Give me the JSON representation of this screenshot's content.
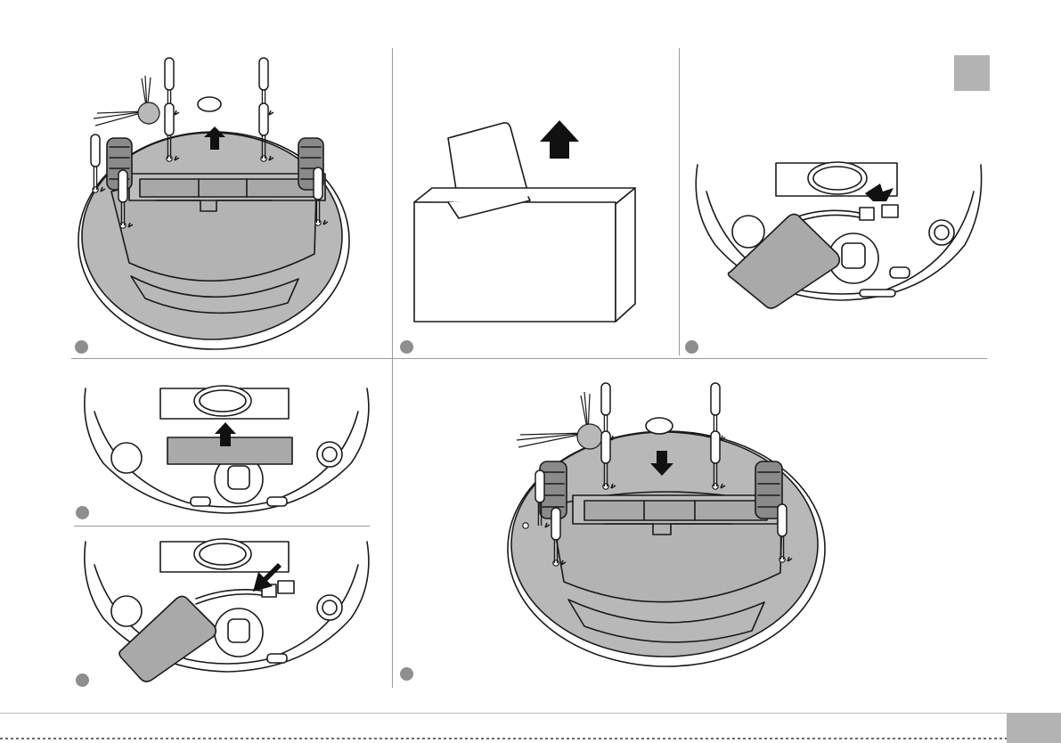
{
  "steps": [
    {
      "id": "remove-bottom-cover",
      "marker": "step-1"
    },
    {
      "id": "remove-battery-from-box",
      "marker": "step-2"
    },
    {
      "id": "disconnect-old-battery",
      "marker": "step-3"
    },
    {
      "id": "lift-battery-out",
      "marker": "step-4"
    },
    {
      "id": "connect-new-battery",
      "marker": "step-5"
    },
    {
      "id": "reattach-bottom-cover",
      "marker": "step-6"
    }
  ],
  "colors": {
    "robot_fill": "#b8b8b8",
    "shell_fill": "#ffffff",
    "outline": "#1a1a1a",
    "battery_fill": "#a9a9a9",
    "arrow": "#111111",
    "tab": "#b3b3b3",
    "step_marker": "#8e8e8e"
  },
  "icons": [
    "screwdriver-icon",
    "up-arrow-icon",
    "down-arrow-icon",
    "right-arrow-icon",
    "down-left-arrow-icon",
    "battery-icon",
    "box-icon",
    "brush-icon",
    "wheel-icon"
  ]
}
